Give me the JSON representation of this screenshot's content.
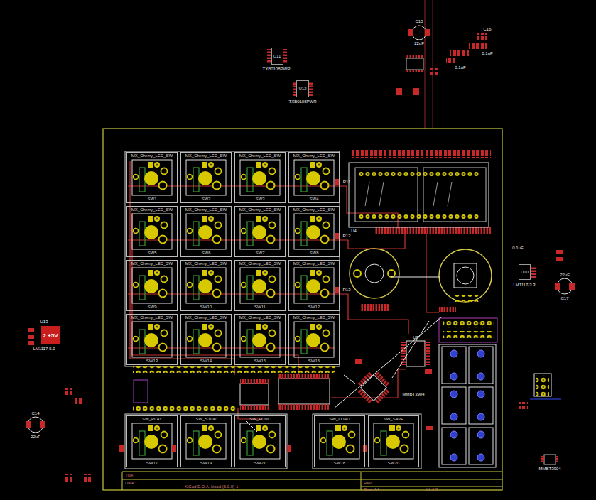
{
  "diagram": {
    "nodes": [
      {
        "text": [
          "MX_Cherry_LED_SW",
          "SW1"
        ]
      },
      {
        "text": [
          "MX_Cherry_LED_SW",
          "SW2"
        ]
      },
      {
        "text": [
          "MX_Cherry_LED_SW",
          "SW3"
        ]
      },
      {
        "text": [
          "MX_Cherry_LED_SW",
          "SW4"
        ]
      },
      {
        "text": [
          "MX_Cherry_LED_SW",
          "SW5"
        ]
      },
      {
        "text": [
          "MX_Cherry_LED_SW",
          "SW6"
        ]
      },
      {
        "text": [
          "MX_Cherry_LED_SW",
          "SW7"
        ]
      },
      {
        "text": [
          "MX_Cherry_LED_SW",
          "SW8"
        ]
      },
      {
        "text": [
          "MX_Cherry_LED_SW",
          "SW9"
        ]
      },
      {
        "text": [
          "MX_Cherry_LED_SW",
          "SW10"
        ]
      },
      {
        "text": [
          "MX_Cherry_LED_SW",
          "SW11"
        ]
      },
      {
        "text": [
          "MX_Cherry_LED_SW",
          "SW12"
        ]
      },
      {
        "text": [
          "MX_Cherry_LED_SW",
          "SW13"
        ]
      },
      {
        "text": [
          "MX_Cherry_LED_SW",
          "SW14"
        ]
      },
      {
        "text": [
          "MX_Cherry_LED_SW",
          "SW15"
        ]
      },
      {
        "text": [
          "MX_Cherry_LED_SW",
          "SW16"
        ]
      },
      {
        "text": [
          "SW_PLAY",
          "SW17"
        ]
      },
      {
        "text": [
          "SW_STOP",
          "SW19"
        ]
      },
      {
        "text": [
          "SW_FUNC",
          "SW21"
        ]
      },
      {
        "text": [
          "SW_LOAD",
          "SW18"
        ]
      },
      {
        "text": [
          "SW_SAVE",
          "SW20"
        ]
      },
      {
        "text": [
          "U11"
        ]
      },
      {
        "text": [
          "U12"
        ]
      },
      {
        "text": [
          "2 +5V"
        ]
      },
      {
        "text": [
          "U10"
        ]
      }
    ],
    "labels": [
      "TXB0108PWR",
      "TXB0108PWR",
      "C15",
      "22uF",
      "C16",
      "0.1uF",
      "0.1uF",
      "R11",
      "R12",
      "R13",
      "U13",
      "LM1117-5.0",
      "C14",
      "22uF",
      "LM1117-3.3",
      "0.1uF",
      "C17",
      "22uF",
      "MMBT3904",
      "MMBT3904",
      "U4",
      "U7",
      "Title:",
      "Date:",
      "KiCad E.D.A. kicad (6.0.0)-1",
      "Rev:",
      "Size: A4",
      "Id: 1/1"
    ]
  }
}
